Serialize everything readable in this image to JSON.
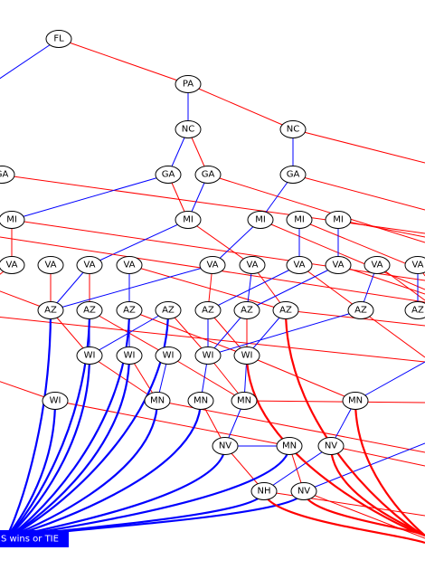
{
  "colors": {
    "republican_edge": "#ff0000",
    "democrat_edge": "#0000ff",
    "outcome_box": "#0000ff",
    "node_stroke": "#000000"
  },
  "nodes": [
    {
      "id": "n1",
      "label": "FL"
    },
    {
      "id": "n2",
      "label": "PA"
    },
    {
      "id": "n3",
      "label": "NC"
    },
    {
      "id": "n4",
      "label": "NC"
    },
    {
      "id": "n5",
      "label": "GA"
    },
    {
      "id": "n6",
      "label": "GA"
    },
    {
      "id": "n7",
      "label": "GA"
    },
    {
      "id": "n8",
      "label": "GA"
    },
    {
      "id": "n9",
      "label": "MI"
    },
    {
      "id": "n10",
      "label": "MI"
    },
    {
      "id": "n11",
      "label": "MI"
    },
    {
      "id": "n12",
      "label": "MI"
    },
    {
      "id": "n13",
      "label": "MI"
    },
    {
      "id": "n14",
      "label": "VA"
    },
    {
      "id": "n15",
      "label": "VA"
    },
    {
      "id": "n16",
      "label": "VA"
    },
    {
      "id": "n17",
      "label": "VA"
    },
    {
      "id": "n18",
      "label": "VA"
    },
    {
      "id": "n19",
      "label": "VA"
    },
    {
      "id": "n20",
      "label": "VA"
    },
    {
      "id": "n21",
      "label": "VA"
    },
    {
      "id": "n22",
      "label": "VA"
    },
    {
      "id": "n23",
      "label": "VA"
    },
    {
      "id": "n24",
      "label": "AZ"
    },
    {
      "id": "n25",
      "label": "AZ"
    },
    {
      "id": "n26",
      "label": "AZ"
    },
    {
      "id": "n27",
      "label": "AZ"
    },
    {
      "id": "n28",
      "label": "AZ"
    },
    {
      "id": "n29",
      "label": "AZ"
    },
    {
      "id": "n30",
      "label": "AZ"
    },
    {
      "id": "n31",
      "label": "AZ"
    },
    {
      "id": "n32",
      "label": "AZ"
    },
    {
      "id": "n33",
      "label": "WI"
    },
    {
      "id": "n34",
      "label": "WI"
    },
    {
      "id": "n35",
      "label": "WI"
    },
    {
      "id": "n36",
      "label": "WI"
    },
    {
      "id": "n37",
      "label": "WI"
    },
    {
      "id": "n38",
      "label": "WI"
    },
    {
      "id": "n39",
      "label": "MN"
    },
    {
      "id": "n40",
      "label": "MN"
    },
    {
      "id": "n41",
      "label": "MN"
    },
    {
      "id": "n42",
      "label": "MN"
    },
    {
      "id": "n43",
      "label": "NV"
    },
    {
      "id": "n44",
      "label": "MN"
    },
    {
      "id": "n45",
      "label": "NV"
    },
    {
      "id": "n46",
      "label": "NH"
    },
    {
      "id": "n47",
      "label": "NV"
    }
  ],
  "outcome": {
    "label": "RIS wins or TIE"
  }
}
